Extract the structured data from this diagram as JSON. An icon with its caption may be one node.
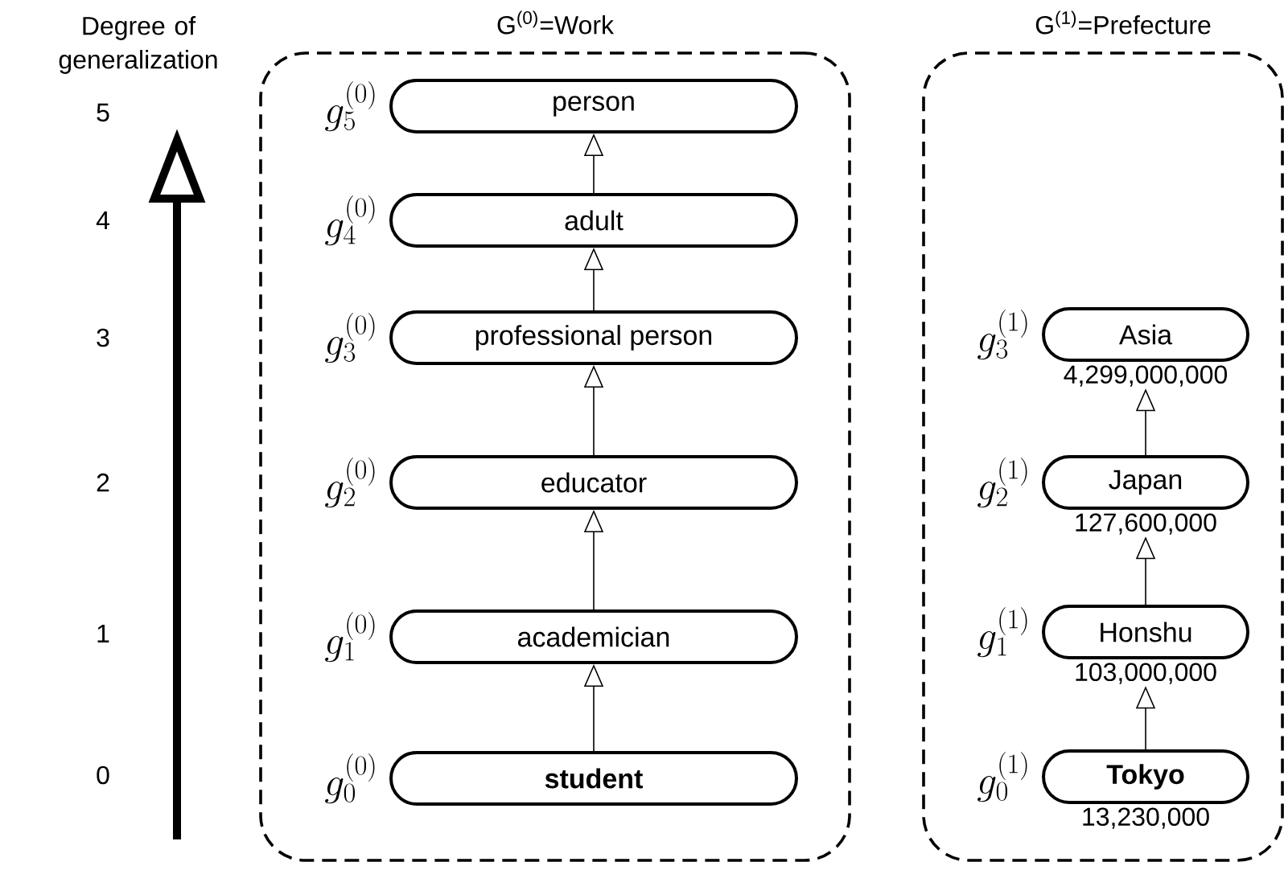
{
  "diagram": {
    "nodes": [
      {
        "text": [
          "G$^{(0)}$=Work"
        ]
      },
      {
        "text": [
          "G$^{(1)}$=Prefecture"
        ]
      },
      {
        "text": [
          "**student**"
        ],
        "in": 0,
        "beside": [
          "g_{0}^{(0)}"
        ]
      },
      {
        "text": [
          "academician"
        ],
        "in": 0,
        "beside": [
          "g_{1}^{(0)}"
        ]
      },
      {
        "text": [
          "educator"
        ],
        "in": 0,
        "beside": [
          "g_{2}^{(0)}"
        ]
      },
      {
        "text": [
          "professional person"
        ],
        "in": 0,
        "beside": [
          "g_{3}^{(0)}"
        ]
      },
      {
        "text": [
          "adult"
        ],
        "in": 0,
        "beside": [
          "g_{4}^{(0)}"
        ]
      },
      {
        "text": [
          "person"
        ],
        "in": 0,
        "beside": [
          "g_{5}^{(0)}"
        ]
      },
      {
        "text": [
          "**Tokyo**"
        ],
        "in": 1,
        "beside": [
          "g_{0}^{(1)}",
          "13,230,000"
        ]
      },
      {
        "text": [
          "Honshu"
        ],
        "in": 1,
        "beside": [
          "g_{1}^{(1)}",
          "103,000,000"
        ]
      },
      {
        "text": [
          "Japan"
        ],
        "in": 1,
        "beside": [
          "g_{2}^{(1)}",
          "127,600,000"
        ]
      },
      {
        "text": [
          "Asia"
        ],
        "in": 1,
        "beside": [
          "g_{3}^{(1)}",
          "4,299,000,000"
        ]
      }
    ],
    "edges": [
      {
        "from": 2,
        "to": 3,
        "arrow": "to"
      },
      {
        "from": 3,
        "to": 4,
        "arrow": "to"
      },
      {
        "from": 4,
        "to": 5,
        "arrow": "to"
      },
      {
        "from": 5,
        "to": 6,
        "arrow": "to"
      },
      {
        "from": 6,
        "to": 7,
        "arrow": "to"
      },
      {
        "from": 8,
        "to": 9,
        "arrow": "to"
      },
      {
        "from": 9,
        "to": 10,
        "arrow": "to"
      },
      {
        "from": 10,
        "to": 11,
        "arrow": "to"
      }
    ],
    "labels": [
      "Degree of generalization",
      "5",
      "4",
      "3",
      "2",
      "1",
      "0"
    ]
  }
}
